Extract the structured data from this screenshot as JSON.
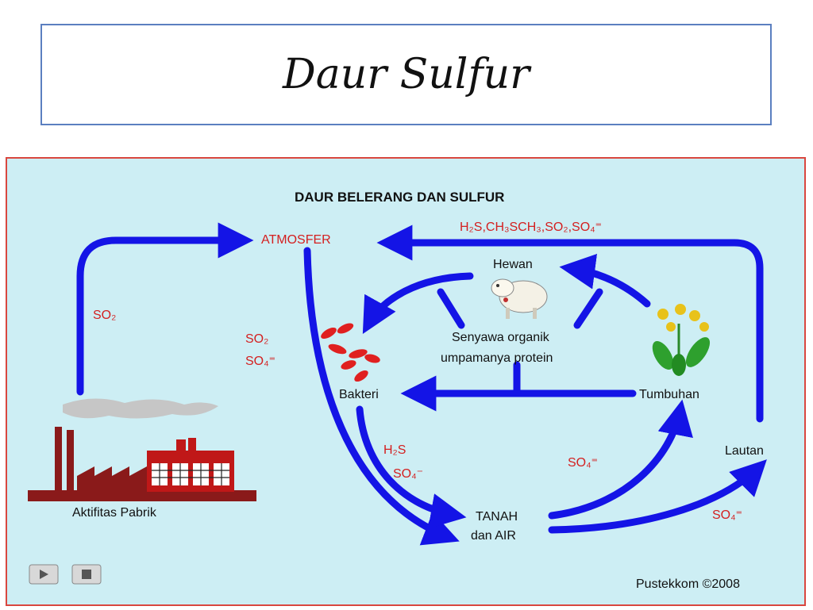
{
  "slide_title": "Daur Sulfur",
  "diagram": {
    "heading": "DAUR BELERANG DAN SULFUR",
    "nodes": {
      "atmosfer": "ATMOSFER",
      "hewan": "Hewan",
      "senyawa_line1": "Senyawa organik",
      "senyawa_line2": "umpamanya protein",
      "bakteri": "Bakteri",
      "tumbuhan": "Tumbuhan",
      "tanah_line1": "TANAH",
      "tanah_line2": "dan AIR",
      "lautan": "Lautan",
      "pabrik": "Aktifitas Pabrik"
    },
    "labels": {
      "top_compounds": "H₂S,CH₃SCH₃,SO₂,SO₄⁼",
      "so2_factory": "SO₂",
      "so2_mid": "SO₂",
      "so4_mid": "SO₄⁼",
      "h2s_bakteri": "H₂S",
      "so4_bakteri": "SO₄⁻",
      "so4_tanah_tumbuhan": "SO₄⁼",
      "so4_tanah_lautan": "SO₄⁼"
    },
    "credit": "Pustekkom ©2008",
    "colors": {
      "background": "#cdeef4",
      "border": "#d9473f",
      "arrow": "#1414e6",
      "red_text": "#d42020"
    },
    "controls": {
      "play_icon": "play-icon",
      "stop_icon": "stop-icon"
    }
  }
}
